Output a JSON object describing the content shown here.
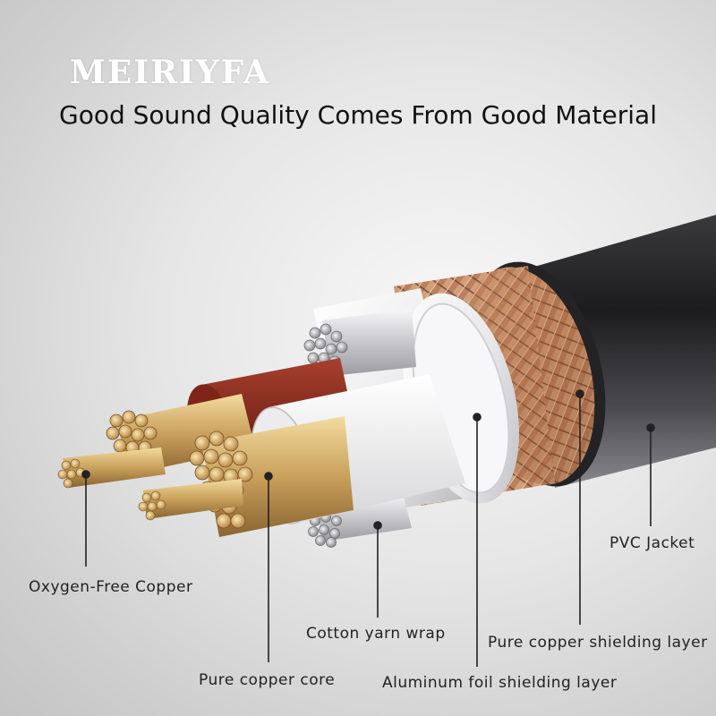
{
  "brand": "MEIRIYFA",
  "tagline": "Good Sound Quality Comes From Good Material",
  "labels": {
    "oxygen_free_copper": "Oxygen-Free Copper",
    "pure_copper_core": "Pure copper core",
    "cotton_yarn_wrap": "Cotton yarn wrap",
    "aluminum_foil": "Aluminum foil shielding layer",
    "pure_copper_shielding": "Pure copper shielding layer",
    "pvc_jacket": "PVC Jacket"
  },
  "colors": {
    "jacket": "#2a2a2c",
    "braid": "#b87a56",
    "foil": "#f2f2f2",
    "red_insulation": "#8a2a1e",
    "copper_strand": "#d9b676",
    "silver_strand": "#c9c9cc"
  }
}
